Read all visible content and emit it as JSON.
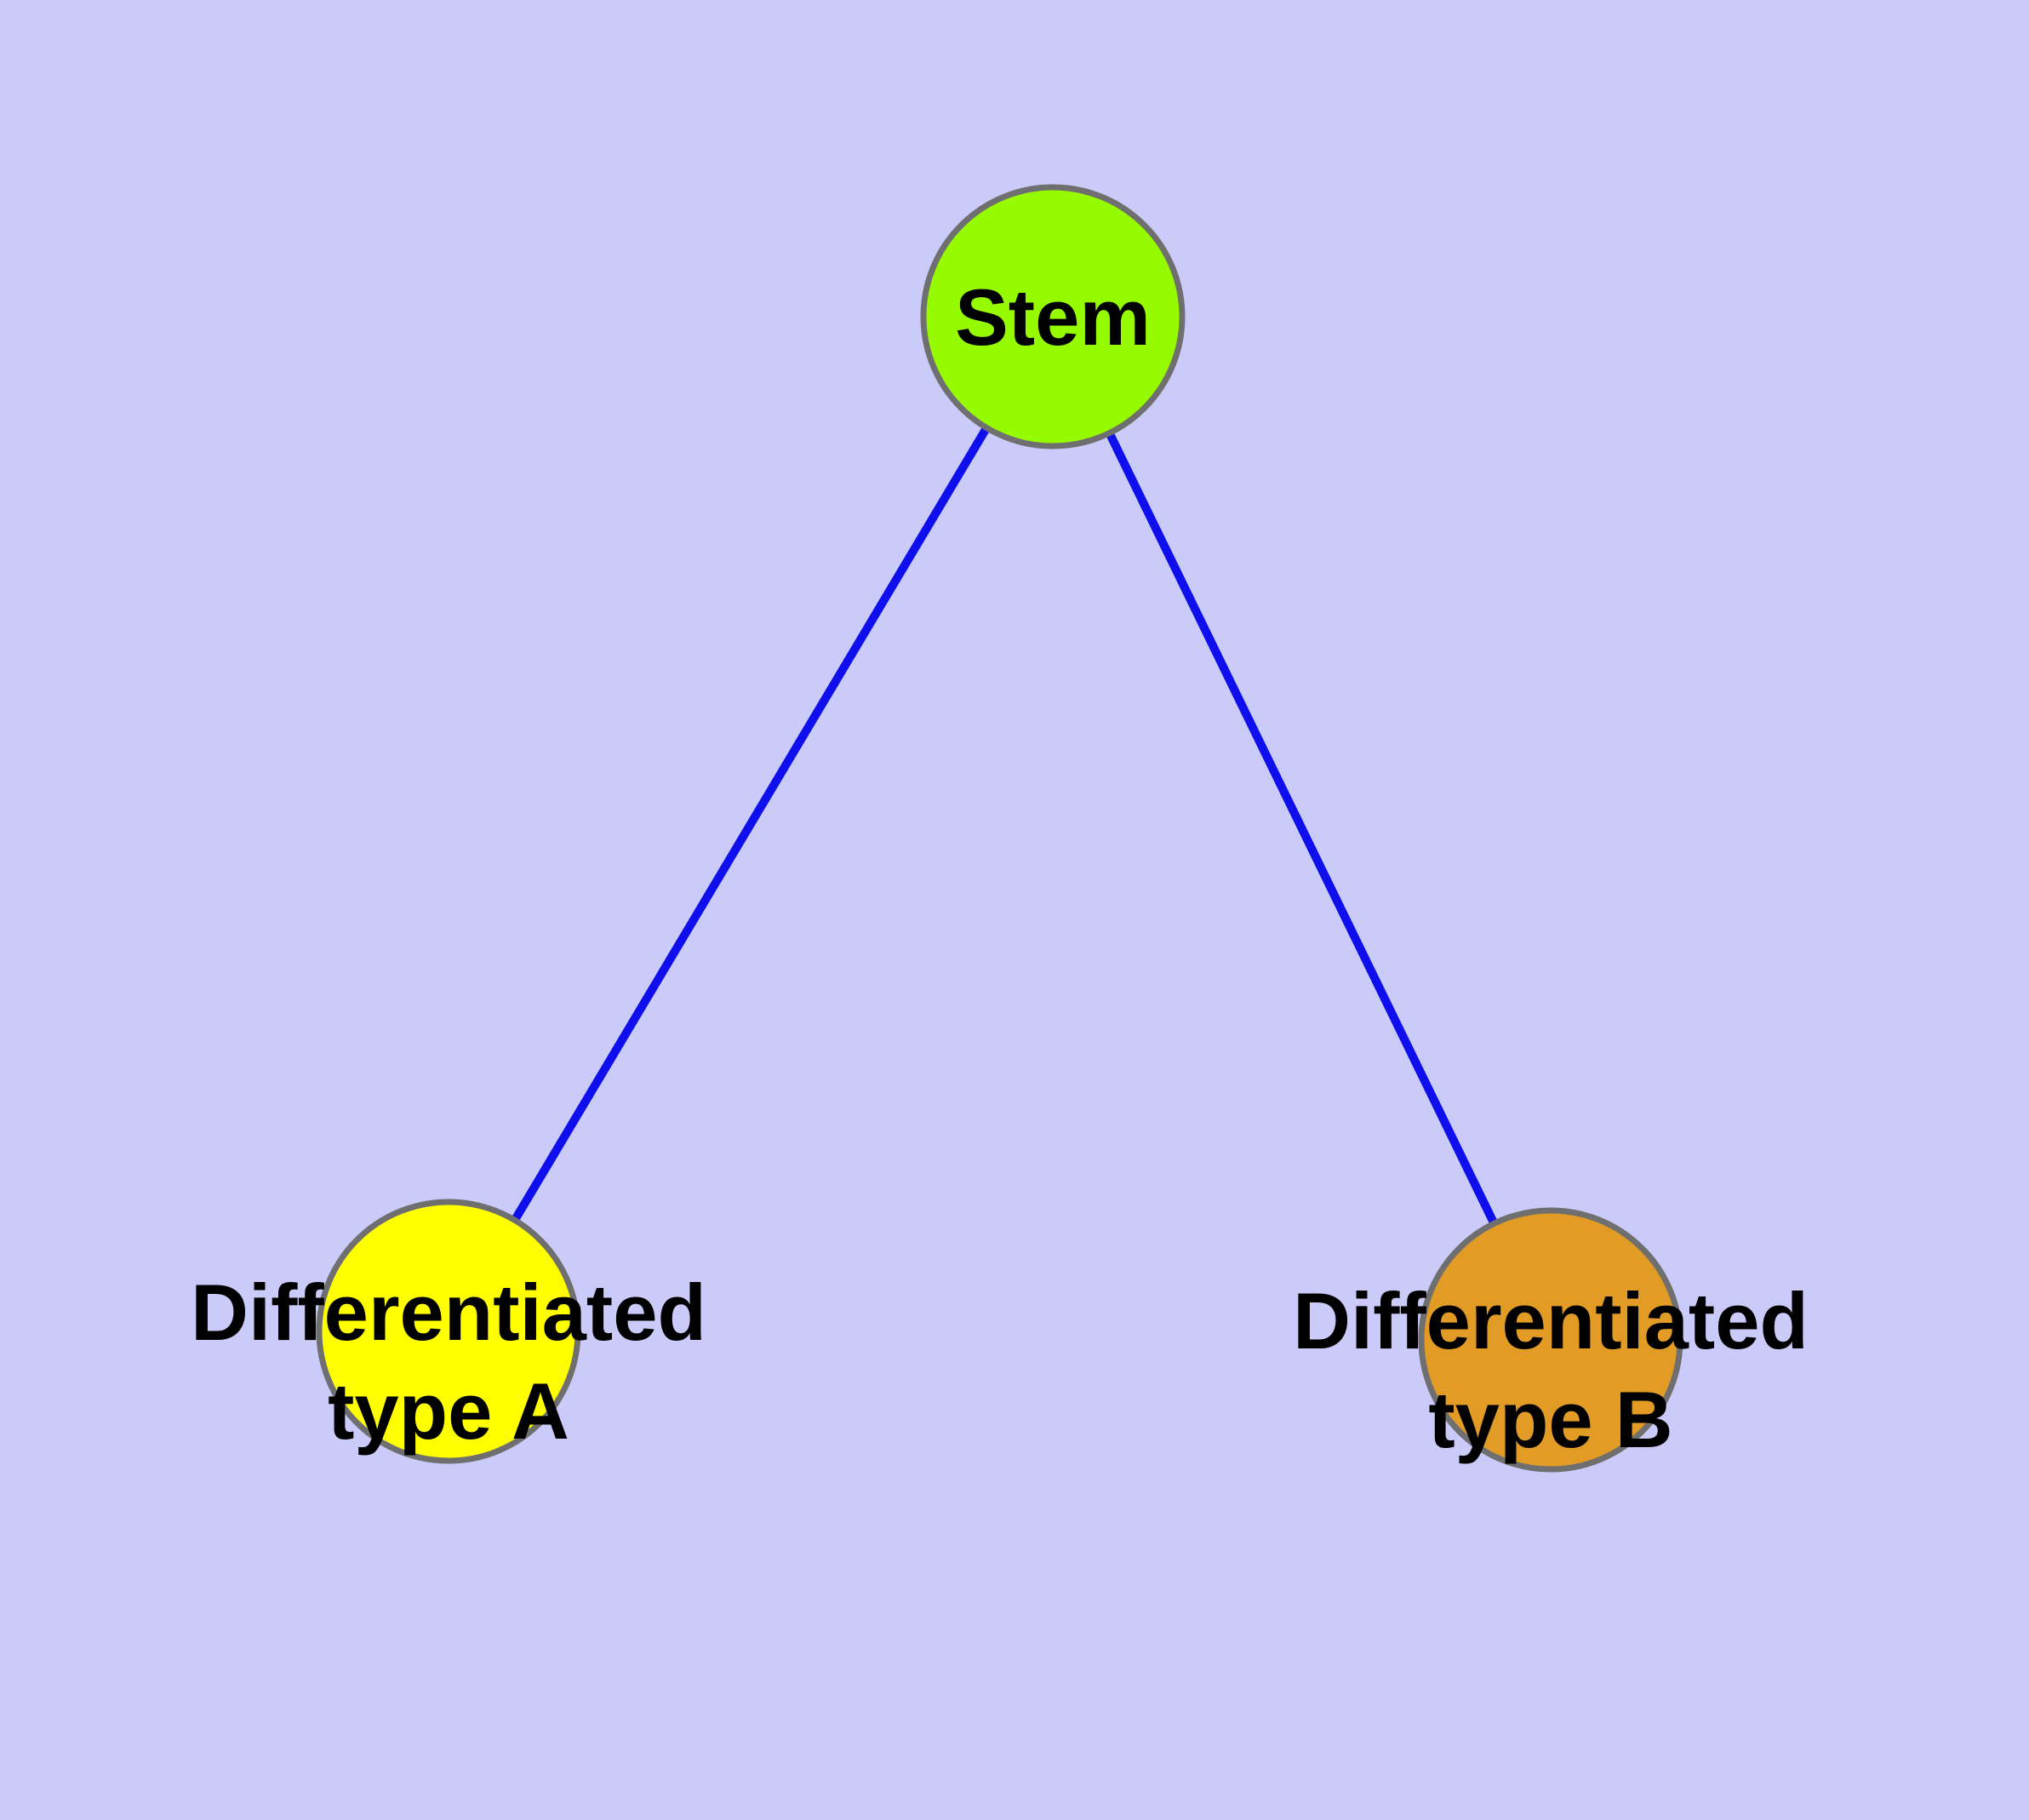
{
  "diagram": {
    "background_color": "#cbcbfa",
    "node_border_color": "#6f6f6f",
    "label_color": "#000000"
  },
  "nodes": [
    {
      "id": "stem",
      "label": "Stem",
      "fill": "#97fb00"
    },
    {
      "id": "differentiated-type-a",
      "label_line1": "Differentiated",
      "label_line2": "type A",
      "fill": "#ffff00"
    },
    {
      "id": "differentiated-type-b",
      "label_line1": "Differentiated",
      "label_line2": "type B",
      "fill": "#e29b24"
    }
  ],
  "edges": [
    {
      "from": "stem",
      "to": "differentiated-type-a",
      "color": "#0f0fee"
    },
    {
      "from": "stem",
      "to": "differentiated-type-b",
      "color": "#0f0fee"
    }
  ]
}
